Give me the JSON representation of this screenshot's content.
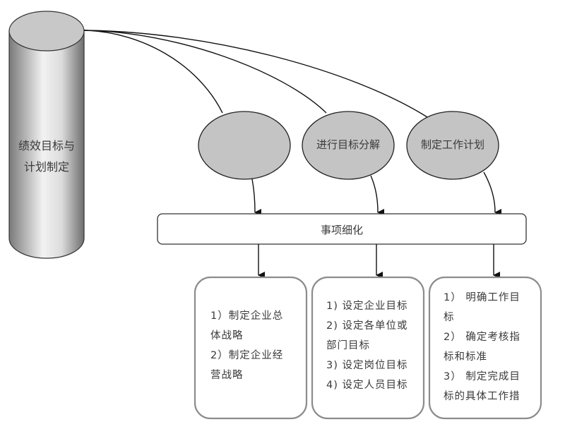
{
  "diagram": {
    "source": {
      "label_line1": "绩效目标与",
      "label_line2": "计划制定"
    },
    "stages": [
      {
        "label": ""
      },
      {
        "label": "进行目标分解"
      },
      {
        "label": "制定工作计划"
      }
    ],
    "middle": {
      "label": "事项细化"
    },
    "details": [
      {
        "lines": [
          "1）制定企业总",
          "体战略",
          "2）制定企业经",
          "营战略"
        ]
      },
      {
        "lines": [
          "1) 设定企业目标",
          "2) 设定各单位或",
          "部门目标",
          "3) 设定岗位目标",
          "4) 设定人员目标"
        ]
      },
      {
        "lines": [
          "1） 明确工作目",
          "标",
          "2） 确定考核指",
          "标和标准",
          "3） 制定完成目",
          "标的具体工作措"
        ]
      }
    ]
  },
  "colors": {
    "ellipse_fill": "#c4c4c4",
    "stroke": "#222222",
    "box_stroke": "#8c8c8c"
  }
}
